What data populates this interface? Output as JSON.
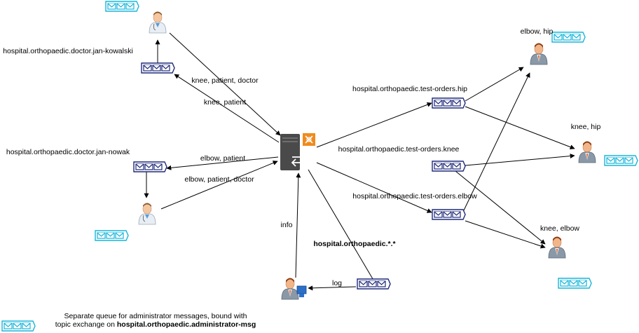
{
  "diagram": {
    "queues": {
      "doctor_kowalski": "hospital.orthopaedic.doctor.jan-kowalski",
      "doctor_nowak": "hospital.orthopaedic.doctor.jan-nowak",
      "test_orders_hip": "hospital.orthopaedic.test-orders.hip",
      "test_orders_knee": "hospital.orthopaedic.test-orders.knee",
      "test_orders_elbow": "hospital.orthopaedic.test-orders.elbow"
    },
    "edges": {
      "kowalski_in": "knee, patient, doctor",
      "kowalski_out": "knee, patient",
      "nowak_out": "elbow, patient",
      "nowak_in": "elbow, patient, doctor",
      "admin_to_exchange": "info",
      "exchange_to_admin_queue": "hospital.orthopaedic.*.*",
      "admin_queue_to_admin": "log"
    },
    "technicians": {
      "elbow_hip": "elbow, hip",
      "knee_hip": "knee, hip",
      "knee_elbow": "knee, elbow"
    },
    "note": {
      "line1": "Separate queue for administrator messages, bound with",
      "line2_prefix": "topic exchange on ",
      "line2_bold": "hospital.orthopaedic.administrator-msg"
    },
    "colors": {
      "queue": "#1f2a7a",
      "admin_queue": "#17b5d8",
      "exchange": "#4a4a4a",
      "exchange_badge": "#f08a1c"
    }
  }
}
